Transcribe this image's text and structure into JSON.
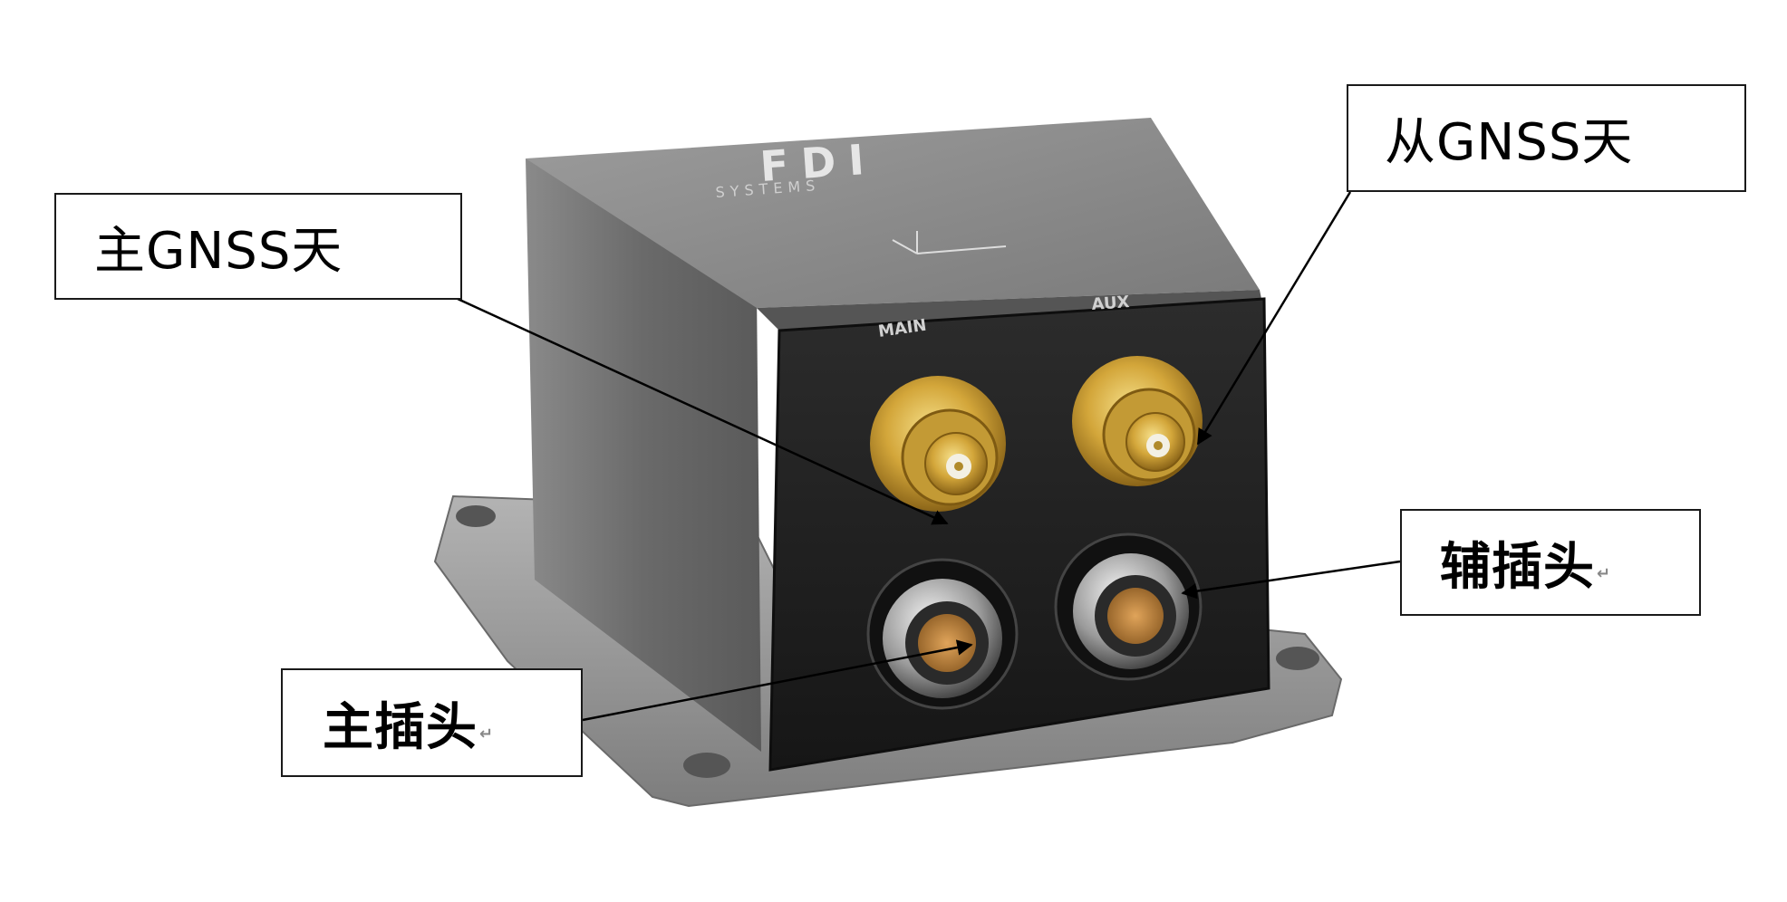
{
  "callouts": {
    "main_gnss": "主GNSS天",
    "aux_gnss": "从GNSS天",
    "aux_plug": "辅插头",
    "main_plug": "主插头",
    "return_mark": "↵"
  },
  "device": {
    "brand": "FDI",
    "brand_sub": "SYSTEMS",
    "port_main": "MAIN",
    "port_aux": "AUX"
  },
  "colors": {
    "housing_top": "#8f8f8f",
    "housing_side": "#6f6f6f",
    "face": "#1f1f1f",
    "gold": "#c9a13a",
    "flange": "#9a9a9a"
  }
}
